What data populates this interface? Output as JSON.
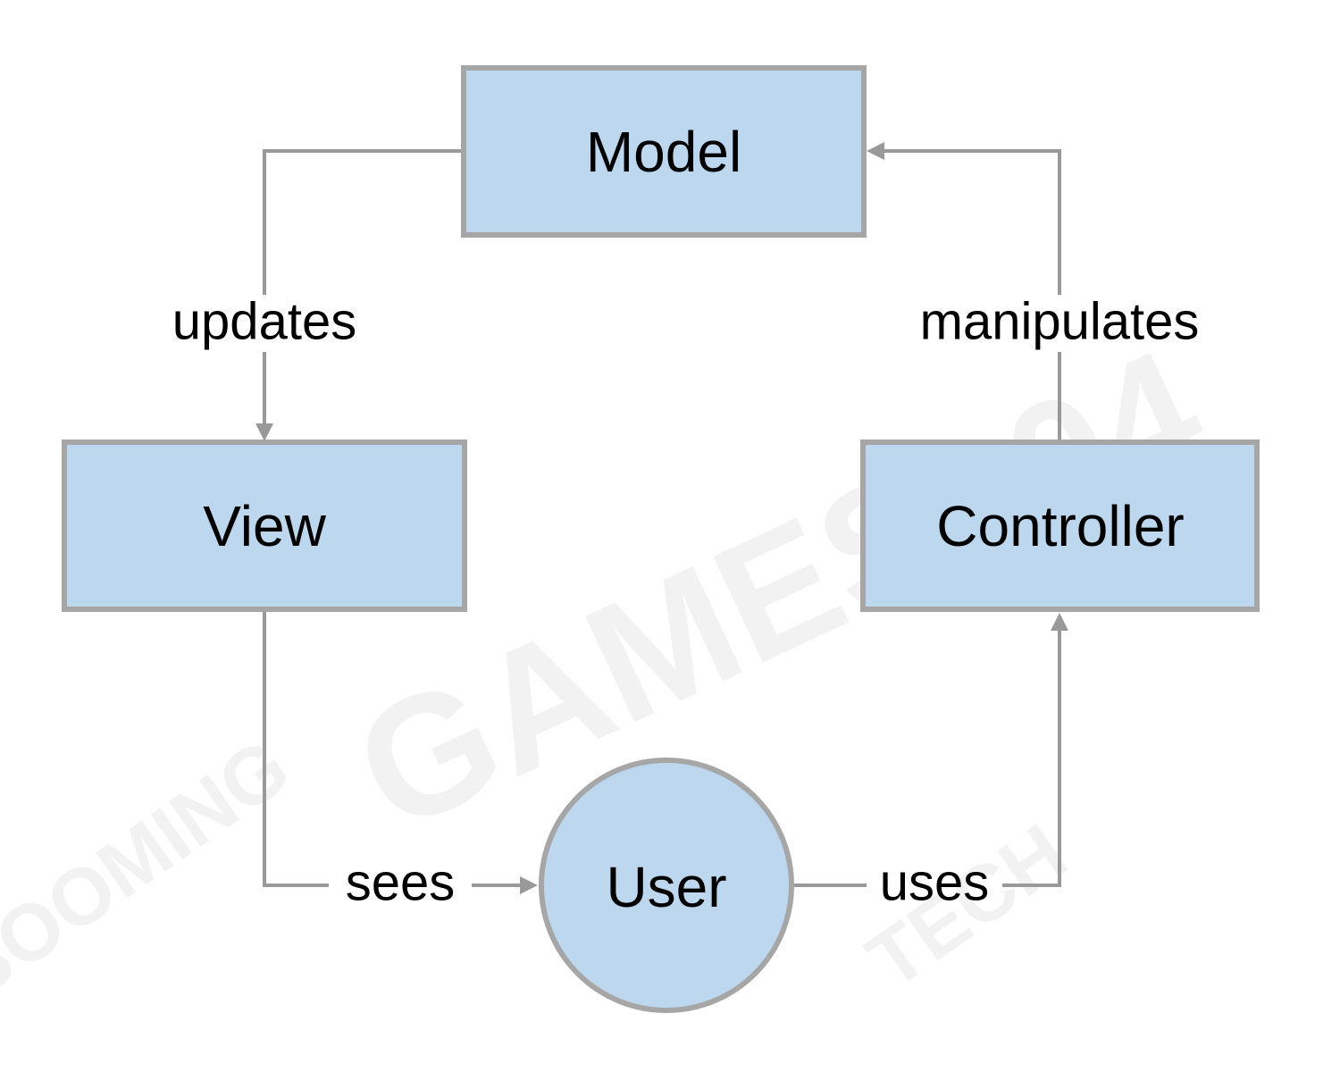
{
  "watermark": {
    "brand": "GAMES104",
    "company_line1": "BOOMING",
    "company_line2": "TECH"
  },
  "nodes": {
    "model": "Model",
    "view": "View",
    "controller": "Controller",
    "user": "User"
  },
  "edges": {
    "updates": "updates",
    "manipulates": "manipulates",
    "sees": "sees",
    "uses": "uses"
  },
  "colors": {
    "node_fill": "#bdd7ee",
    "node_border": "#a6a6a6",
    "edge": "#999999"
  }
}
